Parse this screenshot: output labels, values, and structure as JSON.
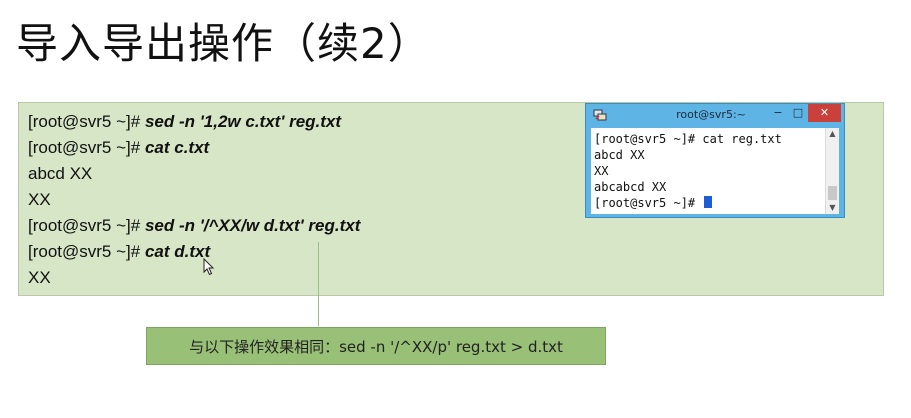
{
  "slide": {
    "title": "导入导出操作（续2）"
  },
  "commands": [
    {
      "prompt": "[root@svr5 ~]# ",
      "cmd": "sed  -n  '1,2w c.txt'  reg.txt"
    },
    {
      "prompt": "[root@svr5 ~]# ",
      "cmd": "cat  c.txt"
    },
    {
      "prompt": "abcd XX",
      "cmd": ""
    },
    {
      "prompt": "XX",
      "cmd": ""
    },
    {
      "prompt": "[root@svr5 ~]# ",
      "cmd": "sed  -n  '/^XX/w d.txt'  reg.txt"
    },
    {
      "prompt": "[root@svr5 ~]# ",
      "cmd": "cat  d.txt"
    },
    {
      "prompt": "XX",
      "cmd": ""
    }
  ],
  "note": {
    "text": "与以下操作效果相同：sed  -n '/^XX/p' reg.txt > d.txt"
  },
  "terminal": {
    "title": "root@svr5:~",
    "minimize": "−",
    "maximize": "□",
    "close": "✕",
    "lines": [
      "[root@svr5 ~]# cat reg.txt",
      "abcd XX",
      "XX",
      "abcabcd XX",
      "[root@svr5 ~]# "
    ],
    "scroll_up": "▲",
    "scroll_down": "▼"
  },
  "colors": {
    "panel_bg": "#d6e6c6",
    "note_bg": "#99c077",
    "term_frame": "#5fb4e6",
    "term_close": "#c9413a",
    "cursor_block": "#1e5bd6"
  },
  "icons": {
    "terminal_system_icon": "putty-icon",
    "mouse_cursor": "mouse-pointer-icon"
  }
}
